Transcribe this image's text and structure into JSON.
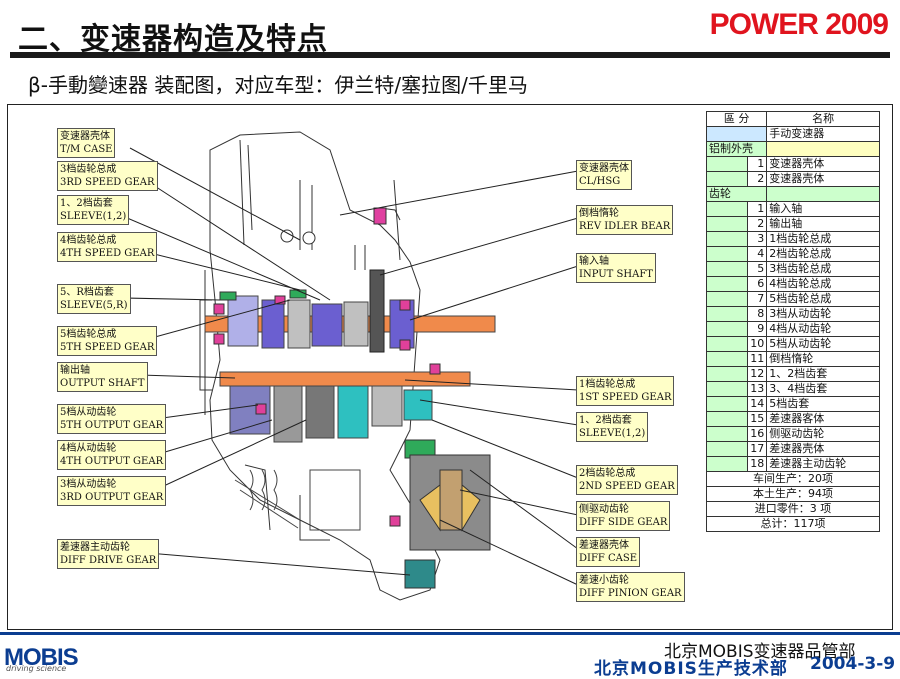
{
  "header": {
    "title": "二、变速器构造及特点",
    "brand": "POWER 2009",
    "subtitle": "β-手動變速器 装配图，对应车型：伊兰特/塞拉图/千里马"
  },
  "callouts_left": [
    {
      "cn": "变速器壳体",
      "en": "T/M CASE"
    },
    {
      "cn": "3档齿轮总成",
      "en": "3RD SPEED GEAR"
    },
    {
      "cn": "1、2档齿套",
      "en": "SLEEVE(1,2)"
    },
    {
      "cn": "4档齿轮总成",
      "en": "4TH SPEED GEAR"
    },
    {
      "cn": "5、R档齿套",
      "en": "SLEEVE(5,R)"
    },
    {
      "cn": "5档齿轮总成",
      "en": "5TH SPEED GEAR"
    },
    {
      "cn": "输出轴",
      "en": "OUTPUT SHAFT"
    },
    {
      "cn": "5档从动齿轮",
      "en": "5TH OUTPUT GEAR"
    },
    {
      "cn": "4档从动齿轮",
      "en": "4TH OUTPUT GEAR"
    },
    {
      "cn": "3档从动齿轮",
      "en": "3RD OUTPUT GEAR"
    },
    {
      "cn": "差速器主动齿轮",
      "en": "DIFF DRIVE GEAR"
    }
  ],
  "callouts_right": [
    {
      "cn": "变速器壳体",
      "en": "CL/HSG"
    },
    {
      "cn": "倒档惰轮",
      "en": "REV IDLER BEAR"
    },
    {
      "cn": "输入轴",
      "en": "INPUT SHAFT"
    },
    {
      "cn": "1档齿轮总成",
      "en": "1ST SPEED GEAR"
    },
    {
      "cn": "1、2档齿套",
      "en": "SLEEVE(1,2)"
    },
    {
      "cn": "2档齿轮总成",
      "en": "2ND SPEED GEAR"
    },
    {
      "cn": "侧驱动齿轮",
      "en": "DIFF SIDE GEAR"
    },
    {
      "cn": "差速器壳体",
      "en": "DIFF CASE"
    },
    {
      "cn": "差速小齿轮",
      "en": "DIFF PINION GEAR"
    }
  ],
  "parts_table": {
    "col_category": "區 分",
    "col_name": "名称",
    "product": "手动变速器",
    "groups": [
      {
        "name": "铝制外壳",
        "items": [
          {
            "no": "1",
            "name": "变速器壳体"
          },
          {
            "no": "2",
            "name": "变速器壳体"
          }
        ]
      },
      {
        "name": "齿轮",
        "items": [
          {
            "no": "1",
            "name": "输入轴"
          },
          {
            "no": "2",
            "name": "输出轴"
          },
          {
            "no": "3",
            "name": "1档齿轮总成"
          },
          {
            "no": "4",
            "name": "2档齿轮总成"
          },
          {
            "no": "5",
            "name": "3档齿轮总成"
          },
          {
            "no": "6",
            "name": "4档齿轮总成"
          },
          {
            "no": "7",
            "name": "5档齿轮总成"
          },
          {
            "no": "8",
            "name": "3档从动齿轮"
          },
          {
            "no": "9",
            "name": "4档从动齿轮"
          },
          {
            "no": "10",
            "name": "5档从动齿轮"
          },
          {
            "no": "11",
            "name": "倒档惰轮"
          },
          {
            "no": "12",
            "name": "1、2档齿套"
          },
          {
            "no": "13",
            "name": "3、4档齿套"
          },
          {
            "no": "14",
            "name": "5档齿套"
          },
          {
            "no": "15",
            "name": "差速器客体"
          },
          {
            "no": "16",
            "name": "侧驱动齿轮"
          },
          {
            "no": "17",
            "name": "差速器壳体"
          },
          {
            "no": "18",
            "name": "差速器主动齿轮"
          }
        ]
      }
    ],
    "summary": [
      "车间生产：20项",
      "本土生产：94项",
      "进口零件：3 项",
      "总计：117项"
    ]
  },
  "footer": {
    "logo": "MOBIS",
    "logo_tagline": "driving science",
    "dept_line1": "北京MOBIS变速器品管部",
    "dept_line2": "北京MOBIS生产技术部",
    "date": "2004-3-9"
  },
  "colors": {
    "brand_red": "#e0141e",
    "footer_blue": "#0b3d91",
    "label_fill": "#ffffc8",
    "table_green": "#ccffcc"
  }
}
